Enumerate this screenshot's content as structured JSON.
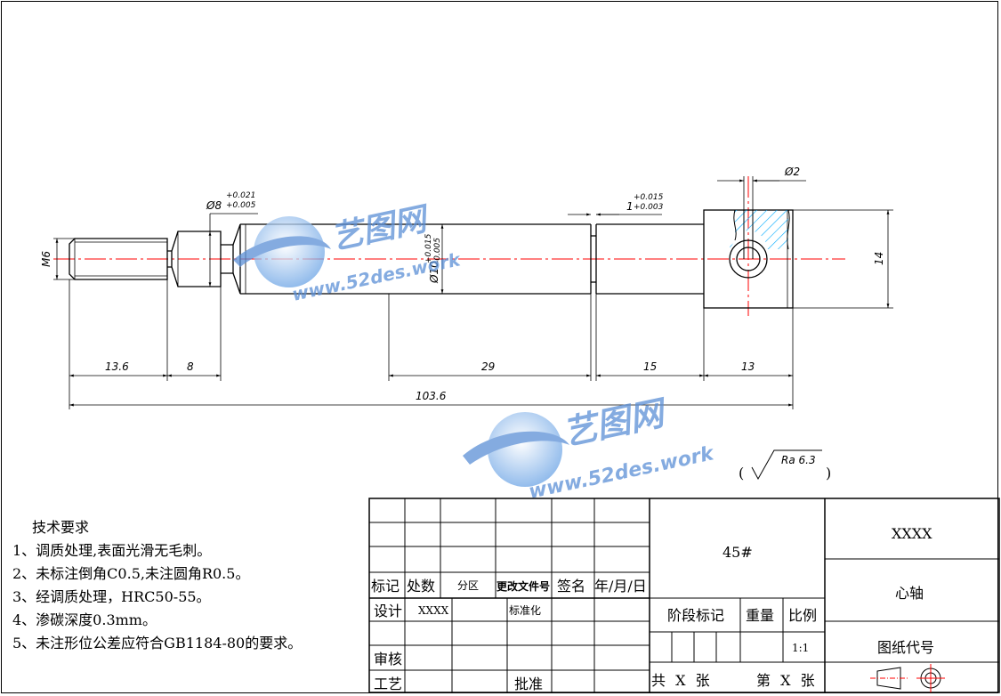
{
  "colors": {
    "line": "#000000",
    "centerline": "#ff0000",
    "hatch": "#00aaff",
    "watermark": "#5b8fd6"
  },
  "dimensions": {
    "thread": "M6",
    "d8": "Ø8",
    "d8_upper": "+0.021",
    "d8_lower": "+0.005",
    "d10": "Ø10",
    "d10_upper": "+0.015",
    "d10_lower": "-0.005",
    "groove_w": "1",
    "groove_upper": "+0.015",
    "groove_lower": "+0.003",
    "hole_d": "Ø2",
    "block_h": "14",
    "len_13_6": "13.6",
    "len_8": "8",
    "len_29": "29",
    "len_15": "15",
    "len_13": "13",
    "len_total": "103.6"
  },
  "roughness": {
    "open": "(",
    "value": "Ra 6.3",
    "close": ")"
  },
  "watermark": {
    "brand": "艺图网",
    "url": "www.52des.work"
  },
  "requirements": {
    "title": "技术要求",
    "items": [
      "1、调质处理,表面光滑无毛刺。",
      "2、未标注倒角C0.5,未注圆角R0.5。",
      "3、经调质处理，HRC50-55。",
      "4、渗碳深度0.3mm。",
      "5、未注形位公差应符合GB1184-80的要求。"
    ]
  },
  "title_block": {
    "mark": "标记",
    "count": "处数",
    "zone": "分区",
    "change_doc": "更改文件号",
    "sign": "签名",
    "date": "年/月/日",
    "design": "设计",
    "designer": "XXXX",
    "standardize": "标准化",
    "review": "审核",
    "process": "工艺",
    "approve": "批准",
    "material": "45#",
    "stage_mark": "阶段标记",
    "weight": "重量",
    "scale_label": "比例",
    "scale": "1:1",
    "total_sheets": "共 X 张",
    "sheet_no": "第 X 张",
    "company": "XXXX",
    "part_name": "心轴",
    "drawing_no": "图纸代号"
  }
}
